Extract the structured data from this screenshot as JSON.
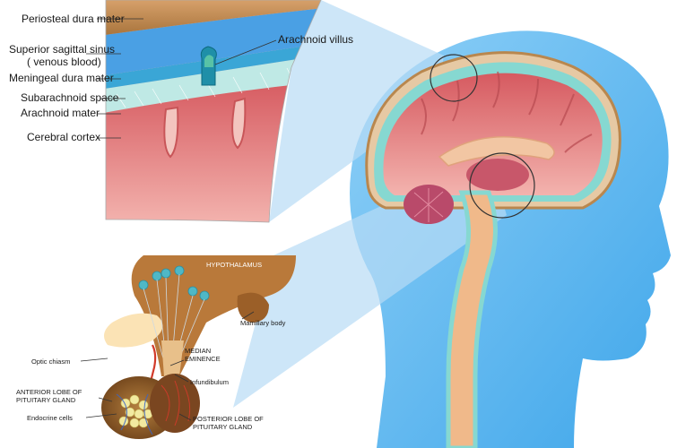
{
  "colors": {
    "head": "#5bb8f0",
    "head_light": "#cfe9fb",
    "dura": "#b9874e",
    "sinus": "#3a8fd8",
    "csf": "#7fd6d0",
    "cortex": "#d9676a",
    "cortex_light": "#eda3a0",
    "cerebellum": "#b94a6a",
    "pituitary": "#8a5a2a"
  },
  "meninges": {
    "periosteal_dura": "Periosteal dura mater",
    "sinus_line1": "Superior sagittal sinus",
    "sinus_line2": "( venous blood)",
    "meningeal_dura": "Meningeal dura mater",
    "subarachnoid": "Subarachnoid space",
    "arachnoid": "Arachnoid  mater",
    "cortex": "Cerebral cortex",
    "villus": "Arachnoid villus"
  },
  "pituitary": {
    "hypothalamus": "HYPOTHALAMUS",
    "mamillary": "Mamillary body",
    "optic_chiasm": "Optic chiasm",
    "median_line1": "MEDIAN",
    "median_line2": "EMINENCE",
    "infundibulum": "Infundibulum",
    "anterior_line1": "ANTERIOR LOBE OF",
    "anterior_line2": "PITUITARY GLAND",
    "endocrine": "Endocrine cells",
    "posterior_line1": "POSTERIOR LOBE OF",
    "posterior_line2": "PITUITARY GLAND"
  }
}
